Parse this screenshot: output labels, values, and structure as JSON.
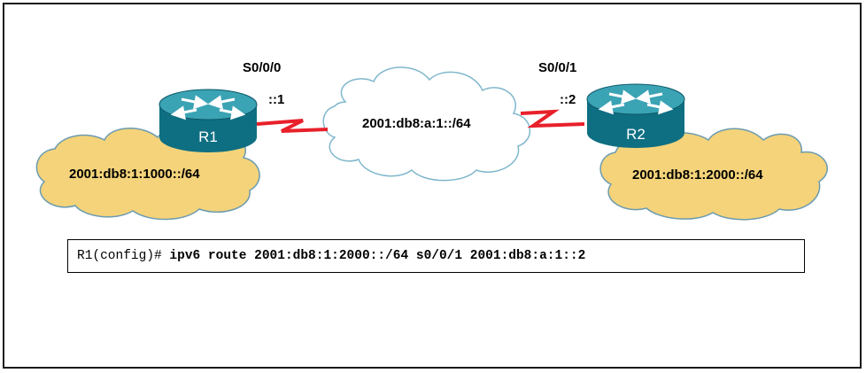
{
  "router_left": {
    "name": "R1",
    "interface": "S0/0/0",
    "address_suffix": "::1",
    "lan_network": "2001:db8:1:1000::/64"
  },
  "router_right": {
    "name": "R2",
    "interface": "S0/0/1",
    "address_suffix": "::2",
    "lan_network": "2001:db8:1:2000::/64"
  },
  "wan_network": "2001:db8:a:1::/64",
  "command": {
    "prompt": "R1(config)#",
    "text": "ipv6 route 2001:db8:1:2000::/64 s0/0/1 2001:db8:a:1::2"
  },
  "colors": {
    "lan_cloud": "#f4d37a",
    "wan_cloud": "#ffffff",
    "cloud_outline": "#7fb7cc",
    "serial_link": "#e8202a",
    "router_body": "#0f6f82",
    "router_top": "#3aa3b4"
  }
}
